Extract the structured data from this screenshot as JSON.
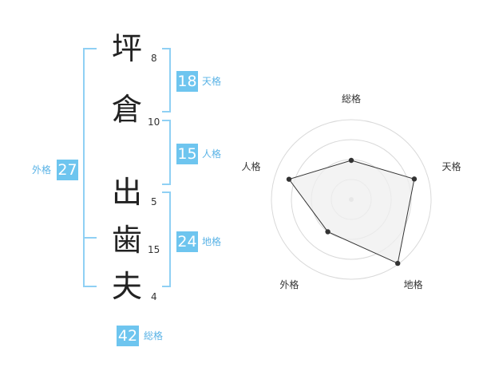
{
  "name_chars": [
    {
      "char": "坪",
      "strokes": "8"
    },
    {
      "char": "倉",
      "strokes": "10"
    },
    {
      "char": "出",
      "strokes": "5"
    },
    {
      "char": "歯",
      "strokes": "15"
    },
    {
      "char": "夫",
      "strokes": "4"
    }
  ],
  "kaku": {
    "tenkaku": {
      "value": "18",
      "label": "天格"
    },
    "jinkaku": {
      "value": "15",
      "label": "人格"
    },
    "chikaku": {
      "value": "24",
      "label": "地格"
    },
    "gaikaku": {
      "value": "27",
      "label": "外格"
    },
    "soukaku": {
      "value": "42",
      "label": "総格"
    }
  },
  "colors": {
    "accent": "#6ec5ef",
    "bracket": "#8fd0f4",
    "label": "#5ab3e6",
    "radar_fill": "#efefef",
    "radar_line": "#333333"
  },
  "chart_data": {
    "type": "radar",
    "axes": [
      "総格",
      "天格",
      "地格",
      "外格",
      "人格"
    ],
    "values": [
      0.49,
      0.83,
      0.99,
      0.5,
      0.82
    ],
    "range": [
      0,
      1
    ],
    "rings": 4,
    "grid": true
  }
}
